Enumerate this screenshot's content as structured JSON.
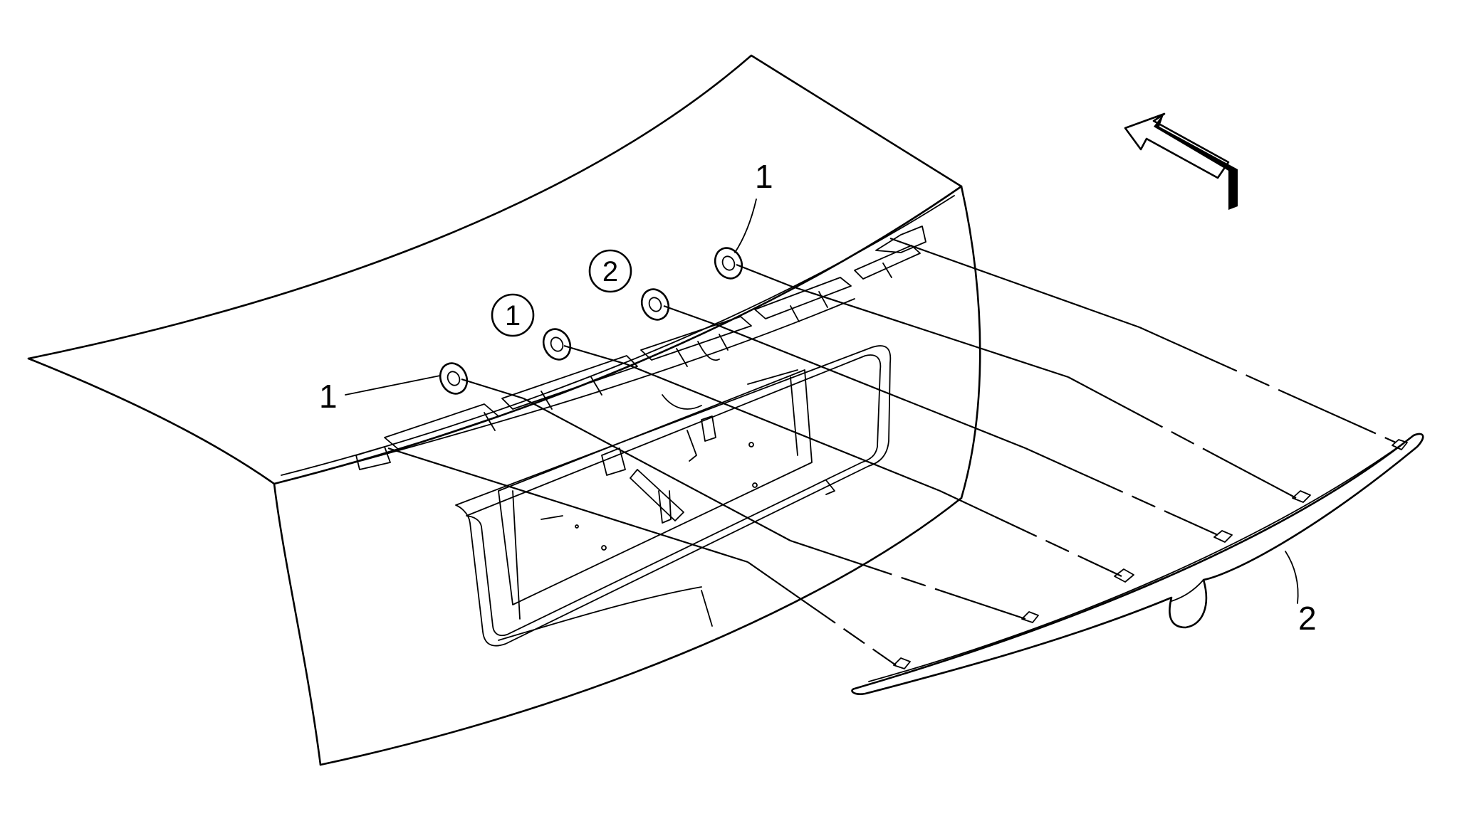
{
  "callouts": {
    "plain": [
      "1",
      "1",
      "2"
    ],
    "circled": [
      "1",
      "2"
    ]
  },
  "icons": {
    "direction_arrow": "view-direction-arrow-icon",
    "fastener": "push-nut-fastener-icon"
  }
}
